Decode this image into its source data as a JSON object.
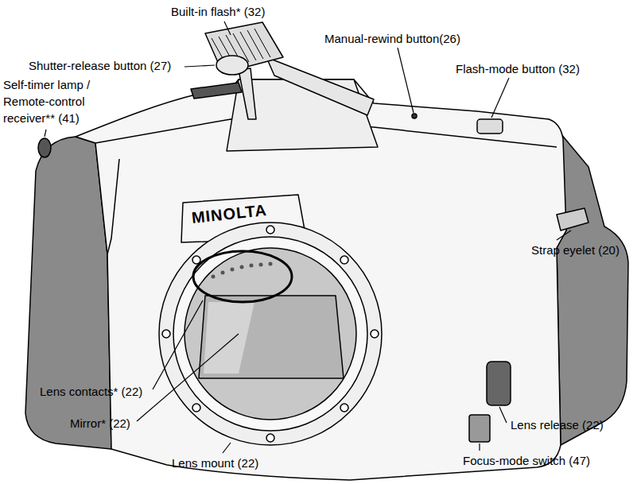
{
  "diagram": {
    "labels": [
      "Built-in flash* (32)",
      "Shutter-release button (27)",
      "Manual-rewind button(26)",
      "Flash-mode button (32)",
      "Self-timer lamp / Remote-control receiver** (41)",
      "Strap eyelet (20)",
      "Lens contacts* (22)",
      "Mirror* (22)",
      "Lens mount (22)",
      "Lens release (22)",
      "Focus-mode switch (47)",
      "MINOLTA"
    ]
  }
}
